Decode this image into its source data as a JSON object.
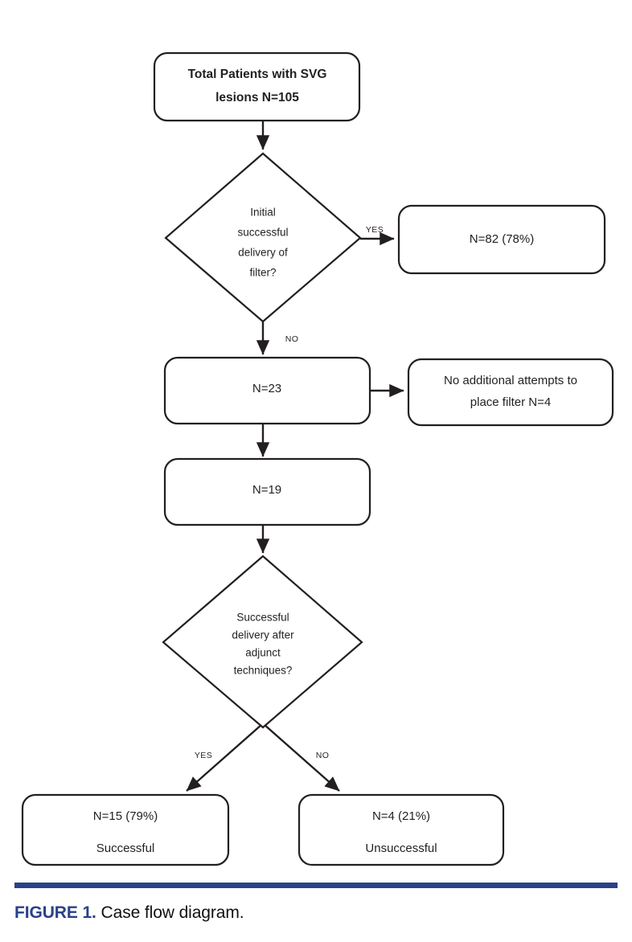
{
  "figure": {
    "caption_label": "FIGURE 1.",
    "caption_text": "Case flow diagram.",
    "rule_color": "#2a4189"
  },
  "diagram": {
    "type": "flowchart",
    "title": "Case flow diagram",
    "nodes": [
      {
        "id": "total",
        "shape": "rounded-rect",
        "lines": [
          "Total Patients with SVG",
          "lesions N=105"
        ],
        "bold": true
      },
      {
        "id": "initial-decision",
        "shape": "diamond",
        "lines": [
          "Initial",
          "successful",
          "delivery of",
          "filter?"
        ],
        "bold": false
      },
      {
        "id": "initial-yes",
        "shape": "rounded-rect",
        "lines": [
          "N=82 (78%)"
        ],
        "bold": false
      },
      {
        "id": "initial-no",
        "shape": "rounded-rect",
        "lines": [
          "N=23"
        ],
        "bold": false
      },
      {
        "id": "no-additional",
        "shape": "rounded-rect",
        "lines": [
          "No additional attempts to",
          "place filter N=4"
        ],
        "bold": false
      },
      {
        "id": "remaining",
        "shape": "rounded-rect",
        "lines": [
          "N=19"
        ],
        "bold": false
      },
      {
        "id": "adjunct-decision",
        "shape": "diamond",
        "lines": [
          "Successful",
          "delivery after",
          "adjunct",
          "techniques?"
        ],
        "bold": false
      },
      {
        "id": "adjunct-yes",
        "shape": "rounded-rect",
        "lines": [
          "N=15 (79%)",
          "Successful"
        ],
        "bold": false
      },
      {
        "id": "adjunct-no",
        "shape": "rounded-rect",
        "lines": [
          "N=4 (21%)",
          "Unsuccessful"
        ],
        "bold": false
      }
    ],
    "edges": [
      {
        "from": "total",
        "to": "initial-decision",
        "label": ""
      },
      {
        "from": "initial-decision",
        "to": "initial-yes",
        "label": "YES"
      },
      {
        "from": "initial-decision",
        "to": "initial-no",
        "label": "NO"
      },
      {
        "from": "initial-no",
        "to": "no-additional",
        "label": ""
      },
      {
        "from": "initial-no",
        "to": "remaining",
        "label": ""
      },
      {
        "from": "remaining",
        "to": "adjunct-decision",
        "label": ""
      },
      {
        "from": "adjunct-decision",
        "to": "adjunct-yes",
        "label": "YES"
      },
      {
        "from": "adjunct-decision",
        "to": "adjunct-no",
        "label": "NO"
      }
    ],
    "labels": {
      "yes_top": "YES",
      "no_top": "NO",
      "yes_bottom": "YES",
      "no_bottom": "NO"
    },
    "text": {
      "total_l1": "Total Patients with SVG",
      "total_l2": "lesions N=105",
      "d1_l1": "Initial",
      "d1_l2": "successful",
      "d1_l3": "delivery of",
      "d1_l4": "filter?",
      "yes82": "N=82 (78%)",
      "n23": "N=23",
      "noadd_l1": "No additional attempts to",
      "noadd_l2": "place filter N=4",
      "n19": "N=19",
      "d2_l1": "Successful",
      "d2_l2": "delivery after",
      "d2_l3": "adjunct",
      "d2_l4": "techniques?",
      "succ_l1": "N=15 (79%)",
      "succ_l2": "Successful",
      "unsucc_l1": "N=4 (21%)",
      "unsucc_l2": "Unsuccessful"
    }
  }
}
